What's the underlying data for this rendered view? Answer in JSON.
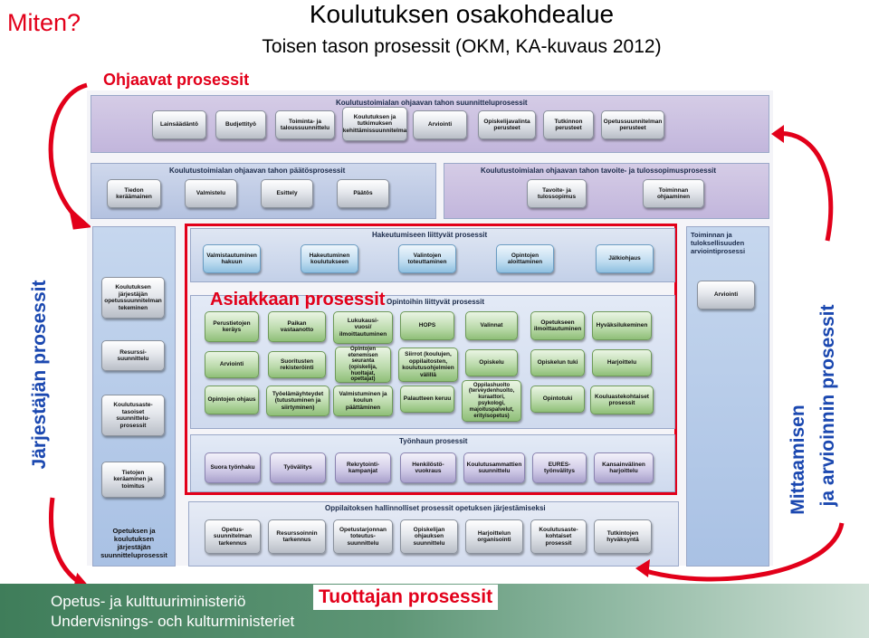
{
  "header": {
    "question": "Miten?",
    "title": "Koulutuksen osakohdealue",
    "subtitle": "Toisen tason prosessit (OKM, KA-kuvaus 2012)"
  },
  "labels": {
    "guiding": "Ohjaavat prosessit",
    "customer": "Asiakkaan prosessit",
    "organizer": "Järjestäjän prosessit",
    "measurement_1": "Mittaamisen",
    "measurement_2": "ja arvioinnin prosessit",
    "producer": "Tuottajan prosessit"
  },
  "footer": {
    "ministry_fi": "Opetus- ja kulttuuriministeriö",
    "ministry_sv": "Undervisnings- och kulturministeriet"
  },
  "diagram": {
    "steering": {
      "title": "Koulutustoimialan ohjaavan tahon suunnitteluprosessit",
      "items": [
        "Lainsäädäntö",
        "Budjetti­työ",
        "Toiminta- ja\ntaloussuunnittelu",
        "Koulutuksen ja\ntutkimuksen\nkehittämissuunnitelma",
        "Arviointi",
        "Opiskelijavalinta\nperusteet",
        "Tutkinnon\nperusteet",
        "Opetussuunnitelman\nperusteet"
      ]
    },
    "decision": {
      "title": "Koulutustoimialan ohjaavan tahon päätösprosessit",
      "items": [
        "Tiedon\nkeräämainen",
        "Valmistelu",
        "Esittely",
        "Päätös"
      ]
    },
    "goals": {
      "title": "Koulutustoimialan ohjaavan tahon tavoite- ja tulossopimusprosessit",
      "items": [
        "Tavoite- ja\ntulossopimus",
        "Toiminnan\nohjaaminen"
      ]
    },
    "organizer_col": {
      "items": [
        "Koulutuksen\njärjestäjän\nopetussuunnitelman\ntekeminen",
        "Resurssi-\nsuunnittelu",
        "Koulutusaste-\ntasoiset\nsuunnittelu-\nprosessit",
        "Tietojen\nkeräaminen ja\ntoimitus"
      ],
      "footer": "Opetuksen ja\nkoulutuksen\njärjestäjän\nsuunnitteluprosessit"
    },
    "evaluation_col": {
      "title": "Toiminnan ja\ntuloksellisuuden\narviointiprosessi",
      "items": [
        "Arviointi"
      ]
    },
    "application": {
      "title": "Hakeutumiseen liittyvät prosessit",
      "items": [
        "Valmistautuminen\nhakuun",
        "Hakeutuminen\nkoulutukseen",
        "Valintojen\ntoteuttaminen",
        "Opintojen\naloittaminen",
        "Jälkiohjaus"
      ]
    },
    "studies": {
      "title": "Opintoihin liittyvät prosessit",
      "col1": [
        "Perustietojen\nkeräys",
        "Arviointi",
        "Opintojen ohjaus"
      ],
      "col2": [
        "Paikan\nvastaanotto",
        "Suoritusten\nrekisteröinti",
        "Työelämäyhteydet\n(tutustuminen ja\nsiirtyminen)"
      ],
      "col3": [
        "Lukukausi-\nvuosi/\nilmoittautuminen",
        "Opintojen\netenemisen\nseuranta\n(opiskelija,\nhuoltajat,\nopettajat)",
        "Valmistuminen ja\nkoulun\npäättäminen"
      ],
      "col4": [
        "HOPS",
        "Siirrot (koulujen,\noppilaitosten,\nkoulutusohjelmien\nvälillä",
        "Palautteen keruu"
      ],
      "col5": [
        "Valinnat",
        "Opiskelu",
        "Oppilashuolto\n(terveydenhuolto,\nkuraattori,\npsykologi,\nmajoituspalvelut,\nerityisopetus)"
      ],
      "col6": [
        "Opetukseen\nilmoittautuminen",
        "Opiskelun tuki",
        "Opintotuki"
      ],
      "col7": [
        "Hyväksilukeminen",
        "Harjoittelu",
        "Kouluastekohtaiset\nprosessit"
      ]
    },
    "employment": {
      "title": "Työnhaun prosessit",
      "items": [
        "Suora työnhaku",
        "Työvälitys",
        "Rekrytointi-\nkampanjat",
        "Henkilöstö-\nvuokraus",
        "Koulutusammattien\nsuunnittelu",
        "EURES-\ntyönvälitys",
        "Kansainvälinen\nharjoittelu"
      ]
    },
    "admin": {
      "title": "Oppilaitoksen hallinnolliset prosessit opetuksen järjestämiseksi",
      "items": [
        "Opetus-\nsuunnitelman\ntarkennus",
        "Resurssoinnin\ntarkennus",
        "Opetustarjonnan\ntoteutus-\nsuunnittelu",
        "Opiskelijan\nohjauksen\nsuunnittelu",
        "Harjoittelun\norganisointi",
        "Koulutusaste-\nkohtaiset\nprosessit",
        "Tutkintojen\nhyväksyntä"
      ]
    }
  },
  "colors": {
    "accent_red": "#e2001a",
    "process_blue": "#1b48b0",
    "footer_green": "#3f7d5a"
  },
  "icons": [
    "curved-arrow-left-icon",
    "curved-arrow-right-icon",
    "curved-arrow-bottom-icon"
  ]
}
